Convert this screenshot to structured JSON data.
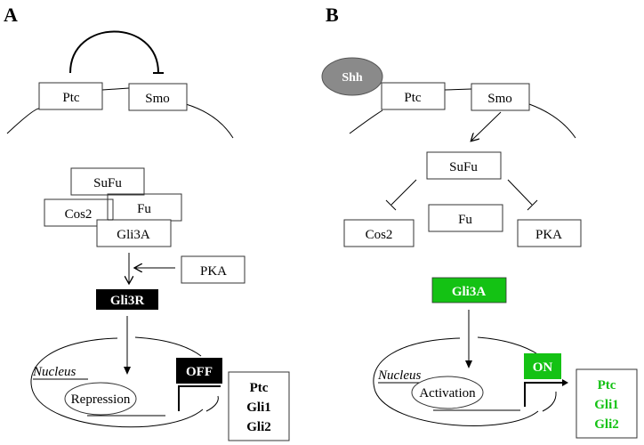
{
  "colors": {
    "green": "#14c214",
    "black": "#000000",
    "shh_gray": "#8a8a8a"
  },
  "panel_a": {
    "label": "A",
    "ptc": "Ptc",
    "smo": "Smo",
    "sufu": "SuFu",
    "cos2": "Cos2",
    "fu": "Fu",
    "gli3a": "Gli3A",
    "pka": "PKA",
    "gli3r": "Gli3R",
    "nucleus": "Nucleus",
    "repression": "Repression",
    "switch": "OFF",
    "targets": [
      "Ptc",
      "Gli1",
      "Gli2"
    ]
  },
  "panel_b": {
    "label": "B",
    "shh": "Shh",
    "ptc": "Ptc",
    "smo": "Smo",
    "sufu": "SuFu",
    "cos2": "Cos2",
    "fu": "Fu",
    "pka": "PKA",
    "gli3a": "Gli3A",
    "nucleus": "Nucleus",
    "activation": "Activation",
    "switch": "ON",
    "targets": [
      "Ptc",
      "Gli1",
      "Gli2"
    ]
  }
}
